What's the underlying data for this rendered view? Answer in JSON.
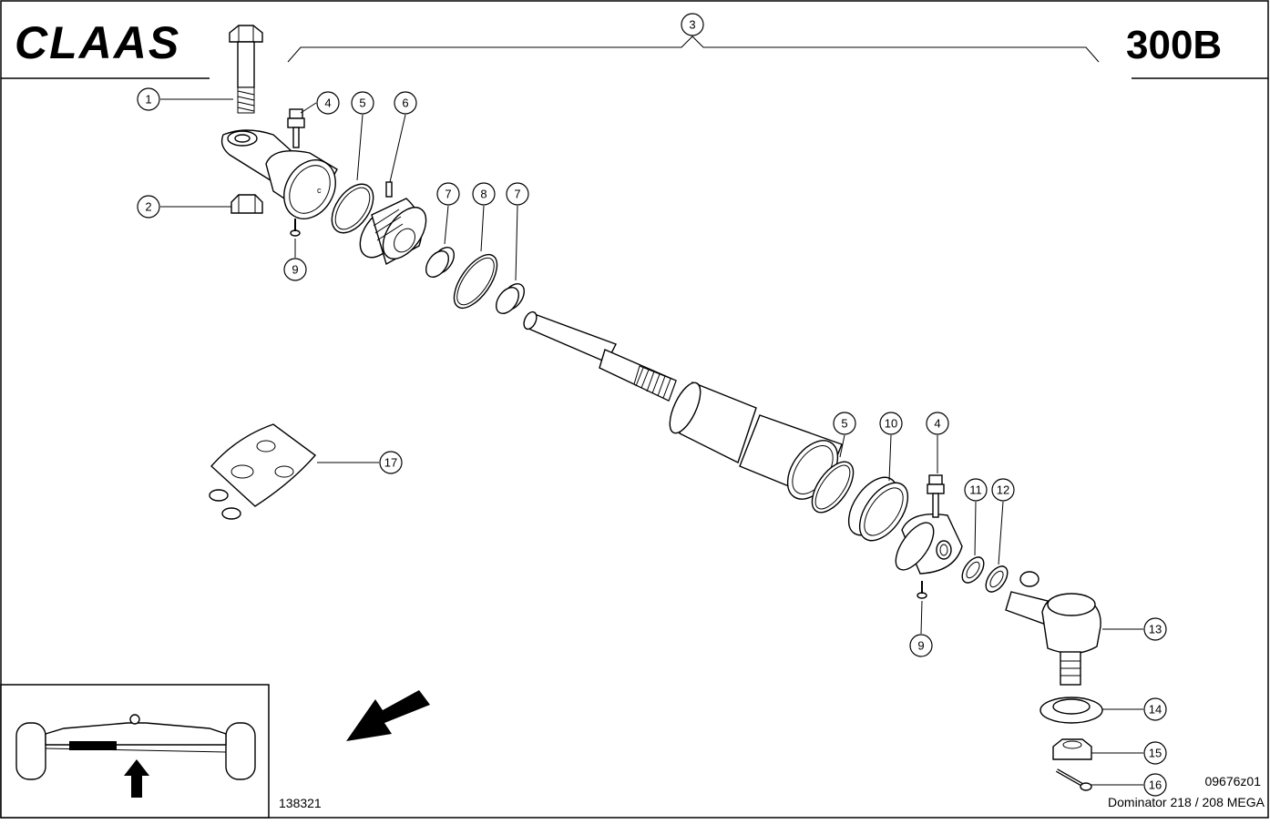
{
  "header": {
    "brand": "CLAAS",
    "page_code": "300B"
  },
  "assembly_label": "3",
  "callouts": [
    {
      "id": "c1",
      "label": "1"
    },
    {
      "id": "c2",
      "label": "2"
    },
    {
      "id": "c4a",
      "label": "4"
    },
    {
      "id": "c5a",
      "label": "5"
    },
    {
      "id": "c6",
      "label": "6"
    },
    {
      "id": "c7a",
      "label": "7"
    },
    {
      "id": "c8",
      "label": "8"
    },
    {
      "id": "c7b",
      "label": "7"
    },
    {
      "id": "c9a",
      "label": "9"
    },
    {
      "id": "c17",
      "label": "17"
    },
    {
      "id": "c5b",
      "label": "5"
    },
    {
      "id": "c10",
      "label": "10"
    },
    {
      "id": "c4b",
      "label": "4"
    },
    {
      "id": "c11",
      "label": "11"
    },
    {
      "id": "c12",
      "label": "12"
    },
    {
      "id": "c13",
      "label": "13"
    },
    {
      "id": "c9b",
      "label": "9"
    },
    {
      "id": "c14",
      "label": "14"
    },
    {
      "id": "c15",
      "label": "15"
    },
    {
      "id": "c16",
      "label": "16"
    }
  ],
  "footer": {
    "inset_code": "138321",
    "drawing_code": "09676z01",
    "model": "Dominator 218 / 208 MEGA"
  }
}
